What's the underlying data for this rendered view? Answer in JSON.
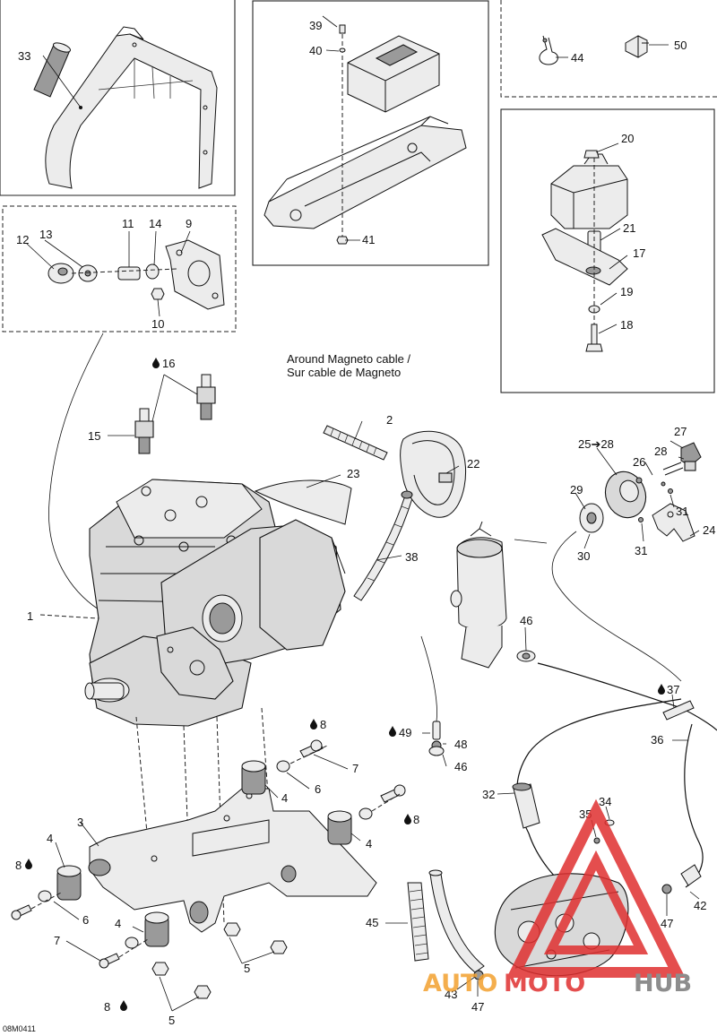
{
  "note": {
    "line1": "Around Magneto cable /",
    "line2": "Sur cable de Magneto"
  },
  "figure_ref": "08M0411",
  "watermark": {
    "part1": "AUTO",
    "part2": "MOTO",
    "part3": "HUB",
    "color_red": "#e03030",
    "color_orange": "#f3a12e",
    "color_gray": "#7a7a7a"
  },
  "labels": {
    "l1": "1",
    "l2": "2",
    "l3": "3",
    "l4a": "4",
    "l4b": "4",
    "l4c": "4",
    "l4d": "4",
    "l5a": "5",
    "l5b": "5",
    "l6a": "6",
    "l6b": "6",
    "l7a": "7",
    "l7b": "7",
    "l8a": "8",
    "l8b": "8",
    "l8c": "8",
    "l8d": "8",
    "l9": "9",
    "l10": "10",
    "l11": "11",
    "l12": "12",
    "l13": "13",
    "l14": "14",
    "l15": "15",
    "l16": "16",
    "l17": "17",
    "l18": "18",
    "l19": "19",
    "l20": "20",
    "l21": "21",
    "l22": "22",
    "l23": "23",
    "l24": "24",
    "l25": "25➔28",
    "l26": "26",
    "l27": "27",
    "l28": "28",
    "l29": "29",
    "l30": "30",
    "l31a": "31",
    "l31b": "31",
    "l32": "32",
    "l33": "33",
    "l34": "34",
    "l35": "35",
    "l36": "36",
    "l37": "37",
    "l38": "38",
    "l39": "39",
    "l40": "40",
    "l41": "41",
    "l42": "42",
    "l43": "43",
    "l44": "44",
    "l45": "45",
    "l46a": "46",
    "l46b": "46",
    "l47a": "47",
    "l47b": "47",
    "l48": "48",
    "l49": "49",
    "l50": "50"
  }
}
